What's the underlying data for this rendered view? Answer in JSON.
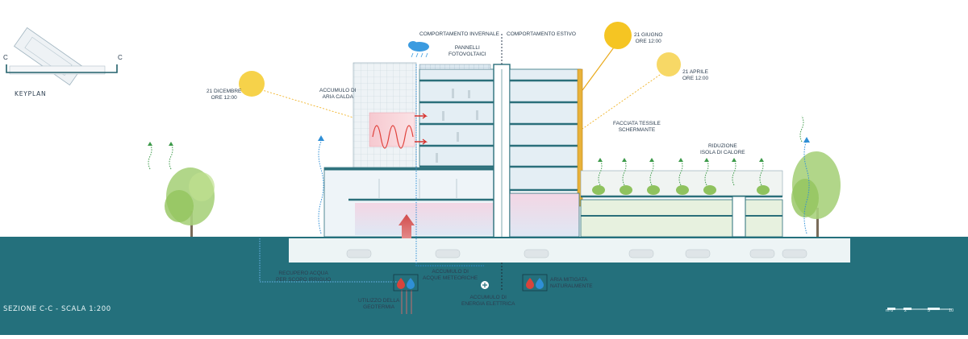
{
  "keyplan": {
    "label": "KEYPLAN",
    "cut_left": "C",
    "cut_right": "C"
  },
  "section_title": "SEZIONE C-C - SCALA 1:200",
  "labels": {
    "winter": "COMPORTAMENTO INVERNALE",
    "summer": "COMPORTAMENTO ESTIVO",
    "panels": "PANNELLI\nFOTOVOLTAICI",
    "dec21": "21 DICEMBRE\nORE 12:00",
    "jun21": "21 GIUGNO\nORE 12:00",
    "apr21": "21 APRILE\nORE 12:00",
    "warm_air": "ACCUMULO DI\nARIA CALDA",
    "textile": "FACCIATA TESSILE\nSCHERMANTE",
    "heat_island": "RIDUZIONE\nISOLA DI CALORE",
    "rain_recovery": "RECUPERO ACQUA\nPER SCOPO IRRIGUO",
    "rain_storage": "ACCUMULO DI\nACQUE METEORICHE",
    "geothermal": "UTILIZZO DELLA\nGEOTERMIA",
    "mitigated_air": "ARIA MITIGATA\nNATURALMENTE",
    "energy_storage": "ACCUMULO DI\nENERGIA ELETTRICA"
  },
  "scale_bar": [
    "m 0",
    "2",
    "5",
    "10"
  ],
  "colors": {
    "ground": "#24707c",
    "ground_dark": "#1b5d68",
    "structure": "#2a6f7a",
    "glass": "#dce9f1",
    "sun": "#f7cf3e",
    "sun_ray": "#e9a91a",
    "tree": "#93c45e",
    "green_arrow": "#3d9a4a",
    "water": "#2f8fd6",
    "warm": "#e0413b"
  },
  "icons": [
    "sun-icon",
    "rain-cloud-icon",
    "tree-icon",
    "water-drop-icon",
    "energy-icon",
    "airflow-arrow-icon"
  ]
}
